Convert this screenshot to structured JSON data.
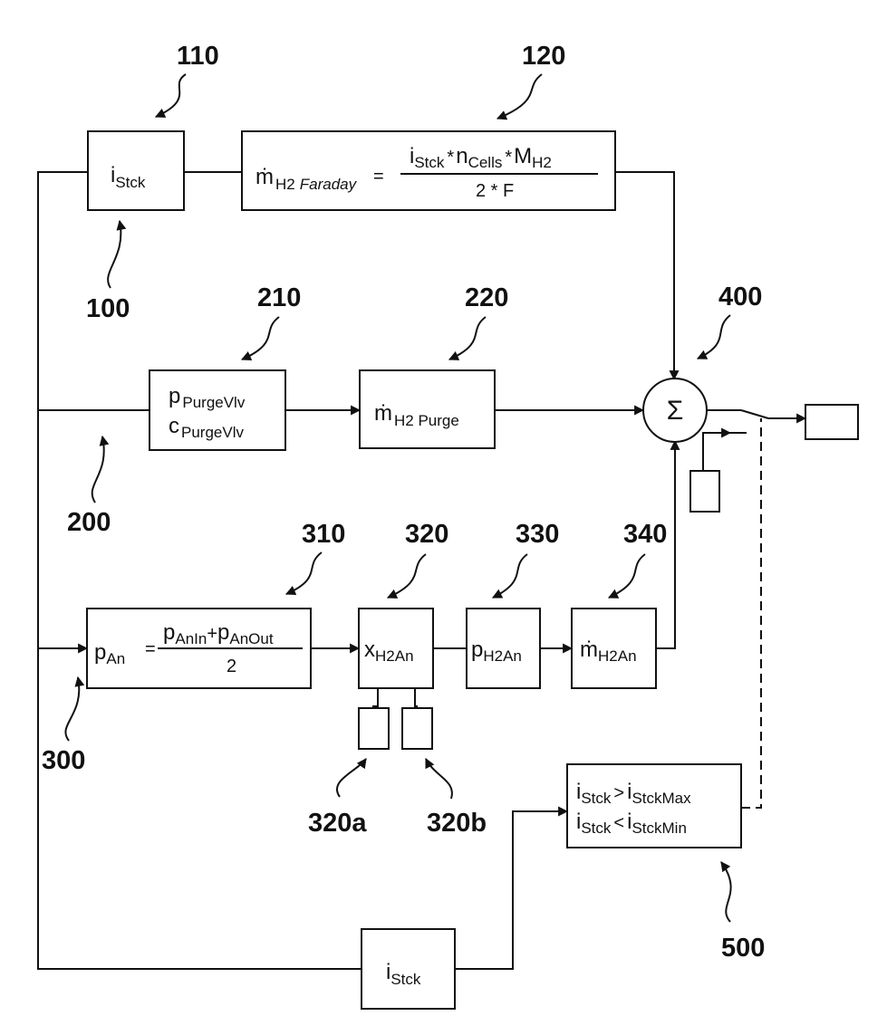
{
  "references": {
    "r110": "110",
    "r120": "120",
    "r100": "100",
    "r210": "210",
    "r220": "220",
    "r400": "400",
    "r200": "200",
    "r310": "310",
    "r320": "320",
    "r330": "330",
    "r340": "340",
    "r300": "300",
    "r320a": "320a",
    "r320b": "320b",
    "r500": "500"
  },
  "blocks": {
    "b110": {
      "main": "i",
      "sub": "Stck"
    },
    "b120": {
      "lhs_main": "ṁ",
      "lhs_sub": "H2",
      "lhs_sub_italic": "Faraday",
      "equals": "=",
      "num_i": "i",
      "num_i_sub": "Stck",
      "times1": "*",
      "num_n": "n",
      "num_n_sub": "Cells",
      "times2": "*",
      "num_m": "M",
      "num_m_sub": "H2",
      "denominator": "2 * F"
    },
    "b210": {
      "line1_main": "p",
      "line1_sub": "PurgeVlv",
      "line2_main": "c",
      "line2_sub": "PurgeVlv"
    },
    "b220": {
      "main": "ṁ",
      "sub": "H2 Purge"
    },
    "sum": {
      "symbol": "Σ"
    },
    "b310": {
      "lhs_main": "p",
      "lhs_sub": "An",
      "equals": "=",
      "num_p1": "p",
      "num_p1_sub": "AnIn",
      "plus": "+",
      "num_p2": "p",
      "num_p2_sub": "AnOut",
      "denominator": "2"
    },
    "b320": {
      "main": "x",
      "sub": "H2An"
    },
    "b330": {
      "main": "p",
      "sub": "H2An"
    },
    "b340": {
      "main": "ṁ",
      "sub": "H2An"
    },
    "b500": {
      "l1_i": "i",
      "l1_sub": "Stck",
      "l1_op": ">",
      "l1_i2": "i",
      "l1_sub2": "StckMax",
      "l2_i": "i",
      "l2_sub": "Stck",
      "l2_op": "<",
      "l2_i2": "i",
      "l2_sub2": "StckMin"
    },
    "bottom": {
      "main": "i",
      "sub": "Stck"
    }
  }
}
